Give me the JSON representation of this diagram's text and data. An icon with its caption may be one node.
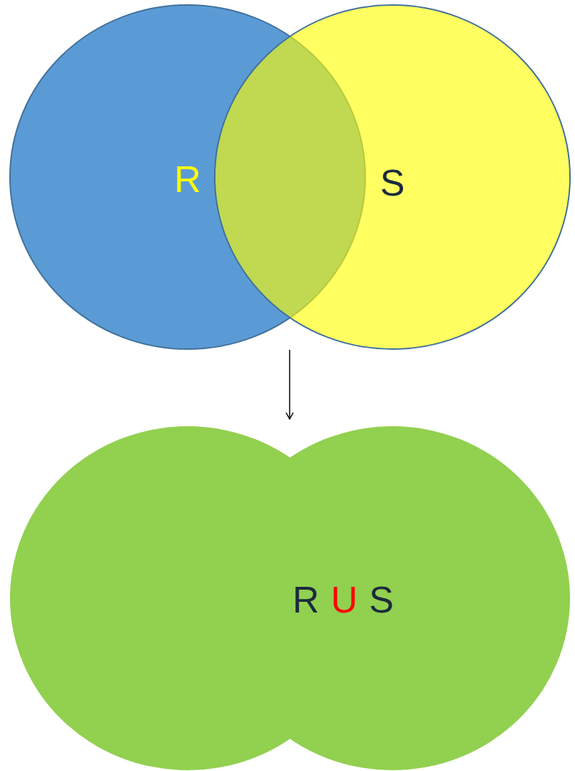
{
  "diagram": {
    "nodes": [
      {
        "text": [
          "R"
        ]
      },
      {
        "text": [
          "S"
        ]
      },
      {
        "text": [
          "R",
          "U",
          "S"
        ]
      }
    ],
    "edges": [
      {
        "from": null,
        "to": 2,
        "arrow": "to"
      }
    ]
  }
}
